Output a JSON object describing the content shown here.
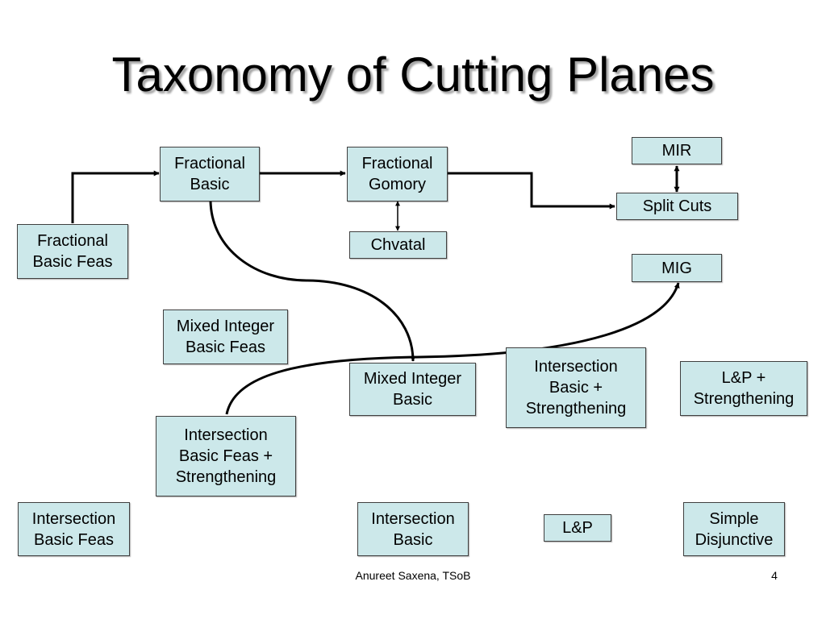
{
  "slide": {
    "title": "Taxonomy of Cutting Planes",
    "footer_author": "Anureet Saxena, TSoB",
    "page_number": "4"
  },
  "nodes": {
    "fractional_basic": "Fractional\nBasic",
    "fractional_gomory": "Fractional\nGomory",
    "mir": "MIR",
    "split_cuts": "Split Cuts",
    "chvatal": "Chvatal",
    "mig": "MIG",
    "fractional_basic_feas": "Fractional\nBasic Feas",
    "mixed_integer_basic_feas": "Mixed Integer\nBasic Feas",
    "mixed_integer_basic": "Mixed Integer\nBasic",
    "intersection_basic_strengthening": "Intersection\nBasic +\nStrengthening",
    "lp_strengthening": "L&P +\nStrengthening",
    "intersection_basic_feas_strengthening": "Intersection\nBasic Feas +\nStrengthening",
    "intersection_basic_feas": "Intersection\nBasic Feas",
    "intersection_basic": "Intersection\nBasic",
    "lp": "L&P",
    "simple_disjunctive": "Simple\nDisjunctive"
  },
  "colors": {
    "box_fill": "#cce8ea",
    "box_border": "#3f3f3f",
    "edge": "#000000"
  }
}
